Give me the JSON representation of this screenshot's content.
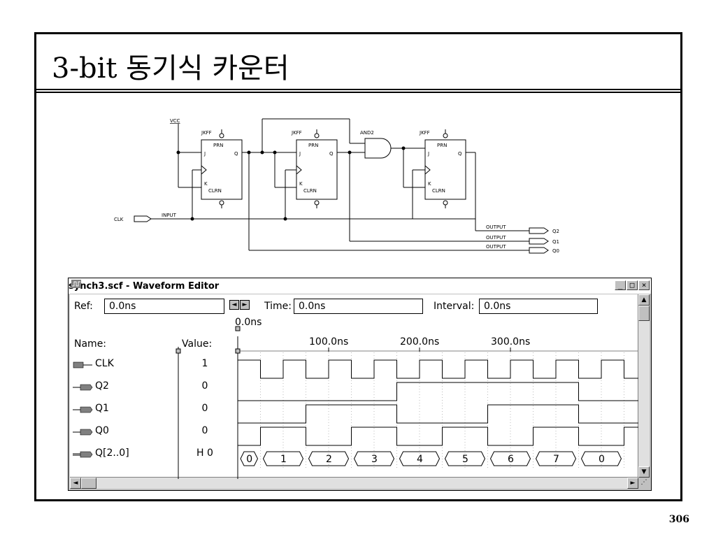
{
  "slide": {
    "title": "3-bit 동기식 카운터",
    "page_number": "306"
  },
  "schematic": {
    "vcc": "VCC",
    "ff_label": "JKFF",
    "prn": "PRN",
    "clrn": "CLRN",
    "pin_j": "J",
    "pin_k": "K",
    "pin_q": "Q",
    "and_gate": "AND2",
    "input_pin": "INPUT",
    "clk_label": "CLK",
    "output_pin": "OUTPUT",
    "outputs": [
      "Q2",
      "Q1",
      "Q0"
    ]
  },
  "window": {
    "title": "synch3.scf - Waveform Editor",
    "ref_label": "Ref:",
    "ref_value": "0.0ns",
    "time_label": "Time:",
    "time_value": "0.0ns",
    "interval_label": "Interval:",
    "interval_value": "0.0ns",
    "cursor_label": "0.0ns",
    "name_header": "Name:",
    "value_header": "Value:",
    "minimize": "_",
    "maximize": "□",
    "close": "×",
    "time_ticks": [
      {
        "label": "100.0ns",
        "t": 100
      },
      {
        "label": "200.0ns",
        "t": 200
      },
      {
        "label": "300.0ns",
        "t": 300
      }
    ],
    "signals": [
      {
        "name": "CLK",
        "value": "1",
        "kind": "input"
      },
      {
        "name": "Q2",
        "value": "0",
        "kind": "output"
      },
      {
        "name": "Q1",
        "value": "0",
        "kind": "output"
      },
      {
        "name": "Q0",
        "value": "0",
        "kind": "output"
      },
      {
        "name": "Q[2..0]",
        "value": "H 0",
        "kind": "group"
      }
    ],
    "bus_values": [
      "0",
      "1",
      "2",
      "3",
      "4",
      "5",
      "6",
      "7",
      "0"
    ]
  }
}
